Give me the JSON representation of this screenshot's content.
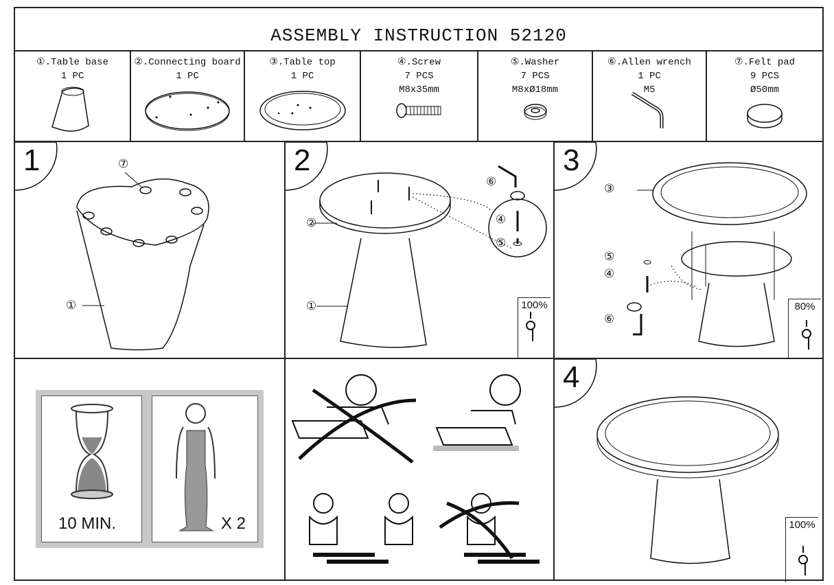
{
  "title": "ASSEMBLY INSTRUCTION 52120",
  "parts": [
    {
      "name": "①.Table base",
      "qty": "1 PC",
      "spec": ""
    },
    {
      "name": "②.Connecting board",
      "qty": "1 PC",
      "spec": ""
    },
    {
      "name": "③.Table top",
      "qty": "1 PC",
      "spec": ""
    },
    {
      "name": "④.Screw",
      "qty": "7 PCS",
      "spec": "M8x35mm"
    },
    {
      "name": "⑤.Washer",
      "qty": "7 PCS",
      "spec": "M8xØ18mm"
    },
    {
      "name": "⑥.Allen wrench",
      "qty": "1 PC",
      "spec": "M5"
    },
    {
      "name": "⑦.Felt pad",
      "qty": "9 PCS",
      "spec": "Ø50mm"
    }
  ],
  "steps": [
    {
      "number": "1",
      "callouts": [
        "⑦",
        "①"
      ]
    },
    {
      "number": "2",
      "callouts": [
        "②",
        "①",
        "⑥",
        "④",
        "⑤"
      ],
      "tightness": "100%"
    },
    {
      "number": "3",
      "callouts": [
        "③",
        "⑤",
        "④",
        "⑥"
      ],
      "tightness": "80%"
    },
    {
      "number": "4",
      "tightness": "100%"
    }
  ],
  "info": {
    "time": "10 MIN.",
    "persons": "X 2"
  }
}
